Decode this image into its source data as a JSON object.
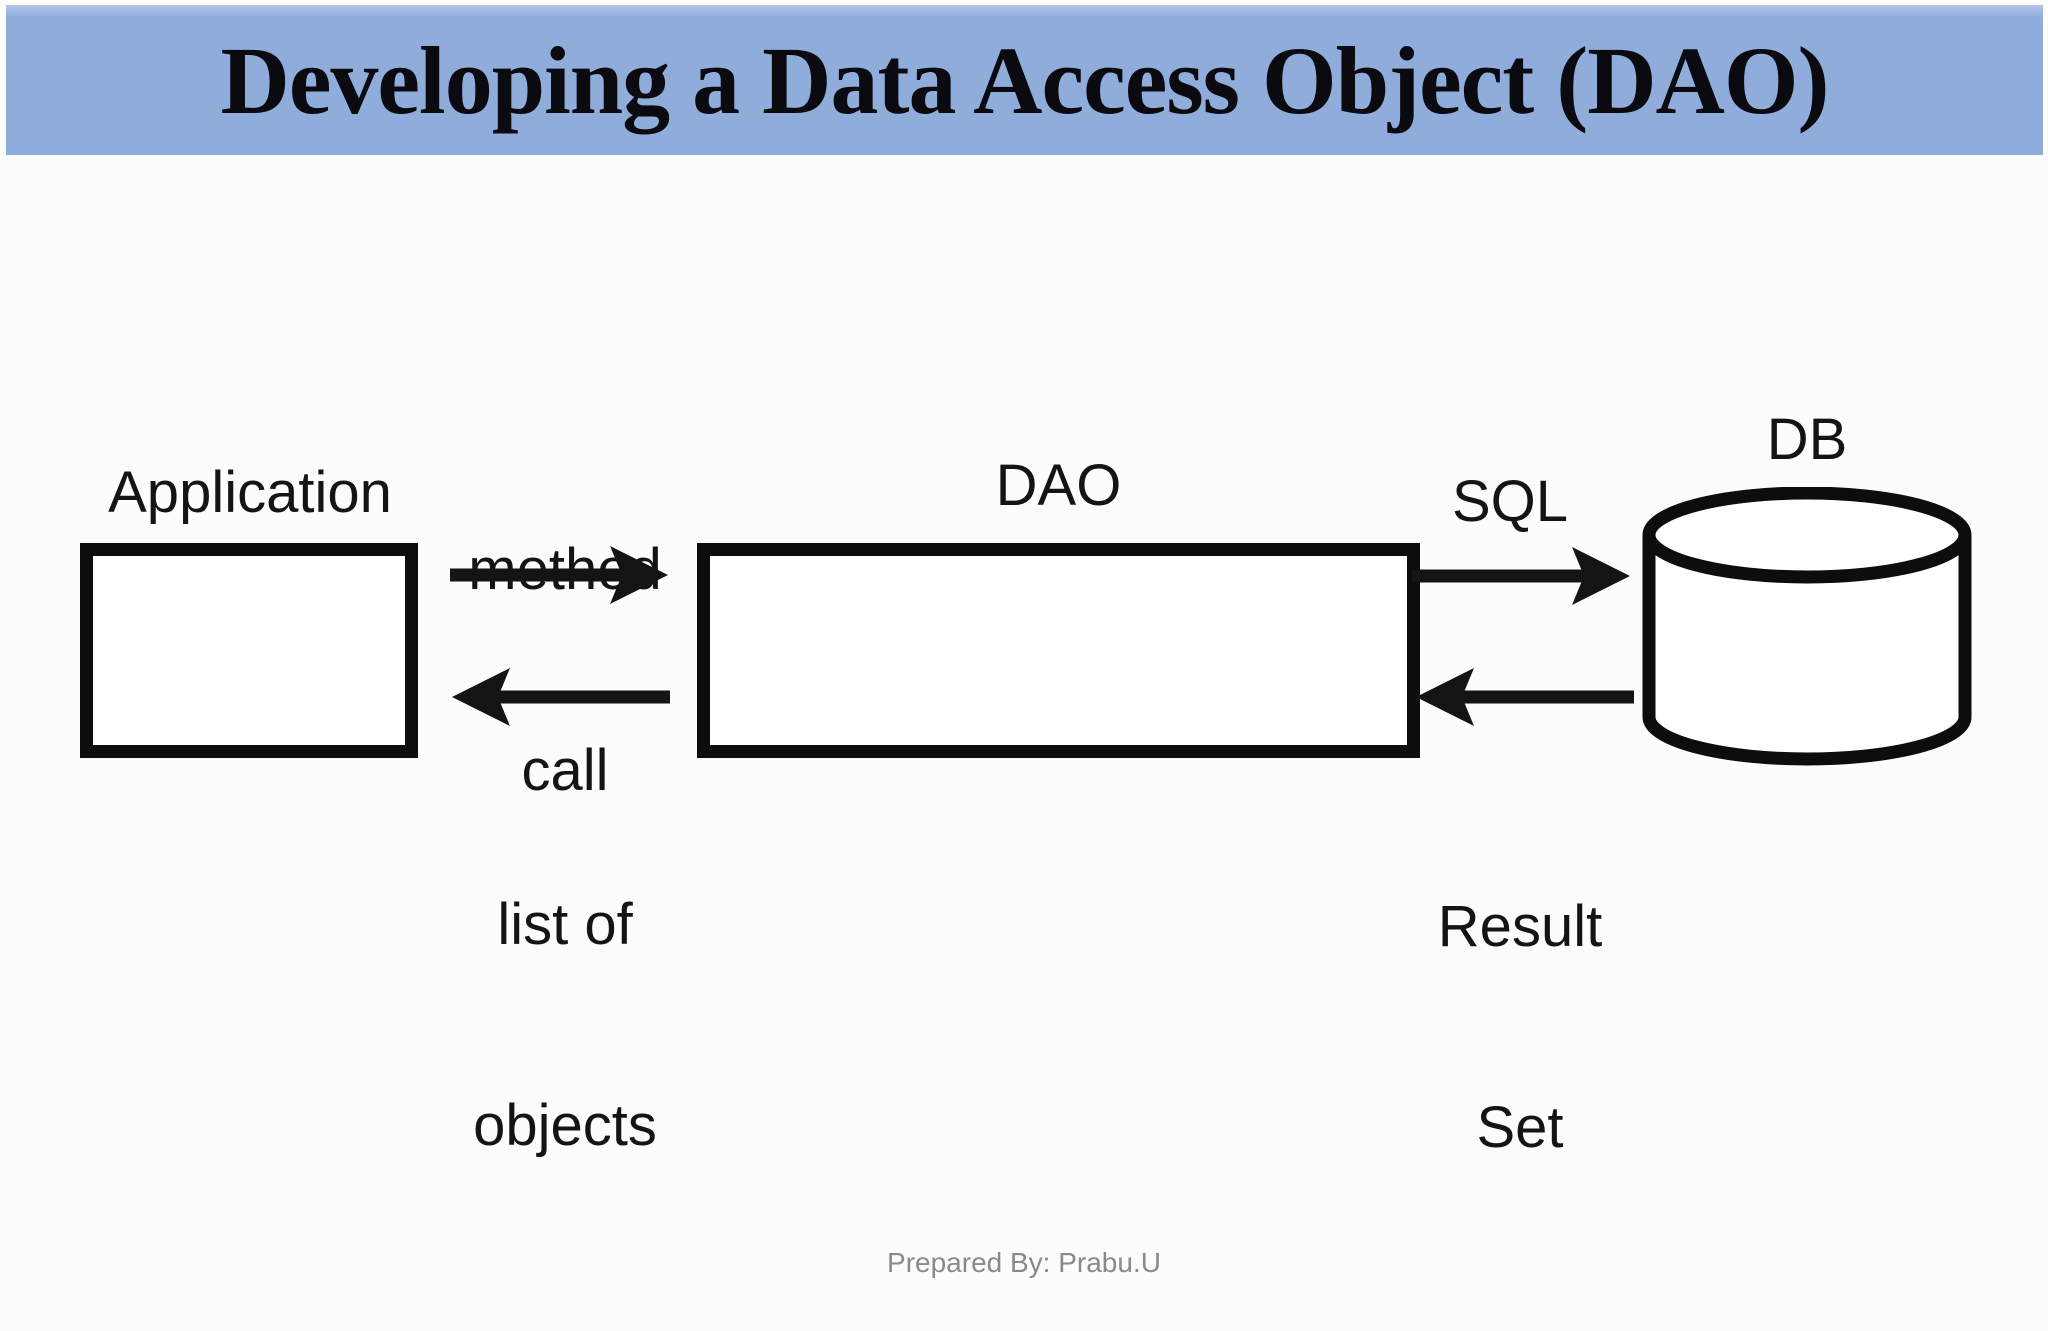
{
  "header": {
    "title": "Developing a Data Access Object (DAO)"
  },
  "diagram": {
    "application": {
      "label": "Application"
    },
    "dao": {
      "label": "DAO"
    },
    "db": {
      "label": "DB"
    },
    "arrows": {
      "method_call": {
        "direction": "right",
        "lines": [
          "method",
          "call"
        ]
      },
      "list_of_objects": {
        "direction": "left",
        "lines": [
          "list of",
          "objects"
        ]
      },
      "sql": {
        "direction": "right",
        "label": "SQL"
      },
      "result_set": {
        "direction": "left",
        "lines": [
          "Result",
          "Set"
        ]
      }
    }
  },
  "footer": {
    "credit": "Prepared By: Prabu.U"
  },
  "colors": {
    "title_bar": "#90acdb",
    "title_text": "#0a0a10",
    "ink": "#141414",
    "box_border": "#0d0d0d",
    "footer_text": "#8a8a8a",
    "background": "#fcfcfb"
  }
}
